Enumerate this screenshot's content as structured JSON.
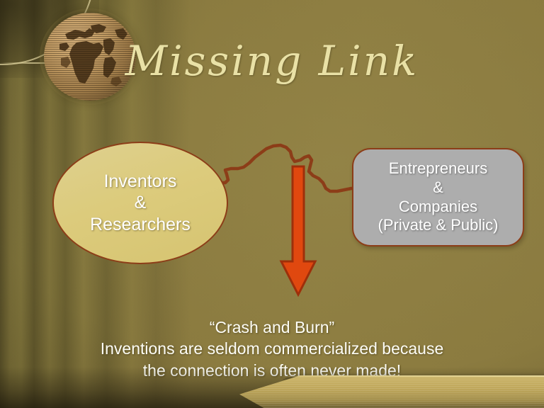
{
  "slide": {
    "title": "Missing Link",
    "background_color": "#8a7a3f",
    "title_color": "#e9e1a6"
  },
  "globe": {
    "icon": "globe-icon",
    "alt": "globe showing Europe and Africa"
  },
  "left_node": {
    "shape": "ellipse",
    "fill_color": "#dccb7c",
    "border_color": "#8c3d18",
    "lines": [
      "Inventors",
      "&",
      "Researchers"
    ]
  },
  "right_node": {
    "shape": "rounded-rectangle",
    "fill_color": "#adadad",
    "border_color": "#8c3d18",
    "lines": [
      "Entrepreneurs",
      "&",
      "Companies",
      "(Private & Public)"
    ]
  },
  "connector": {
    "icon": "jagged-link-icon",
    "color": "#8c3d18",
    "description": "hand-drawn broken connection line"
  },
  "arrow": {
    "icon": "down-arrow-icon",
    "fill_color": "#e0480f",
    "border_color": "#9e2f0a",
    "direction": "down"
  },
  "caption": {
    "lines": [
      "“Crash and Burn”",
      "Inventions are seldom commercialized because",
      "the connection is often never made!"
    ],
    "color": "#fdfdf6"
  }
}
